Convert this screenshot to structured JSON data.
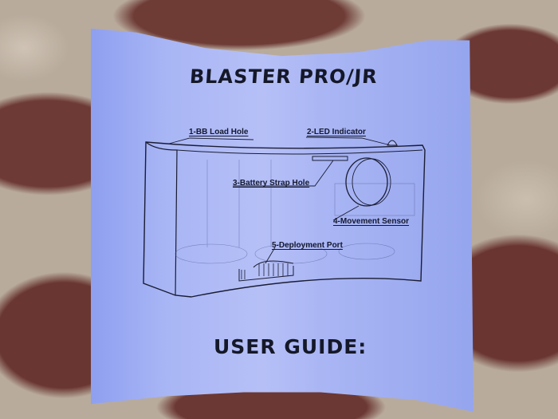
{
  "document": {
    "title": "BLASTER PRO/JR",
    "subtitle": "USER GUIDE:",
    "diagram_labels": [
      {
        "id": 1,
        "text": "1-BB Load Hole"
      },
      {
        "id": 2,
        "text": "2-LED Indicator"
      },
      {
        "id": 3,
        "text": "3-Battery Strap Hole"
      },
      {
        "id": 4,
        "text": "4-Movement Sensor"
      },
      {
        "id": 5,
        "text": "5-Deployment Port"
      }
    ]
  },
  "colors": {
    "paper": "#aab6f4",
    "ink": "#151828",
    "camo_brown": "#6c3833",
    "camo_tan": "#b8ab9c"
  }
}
